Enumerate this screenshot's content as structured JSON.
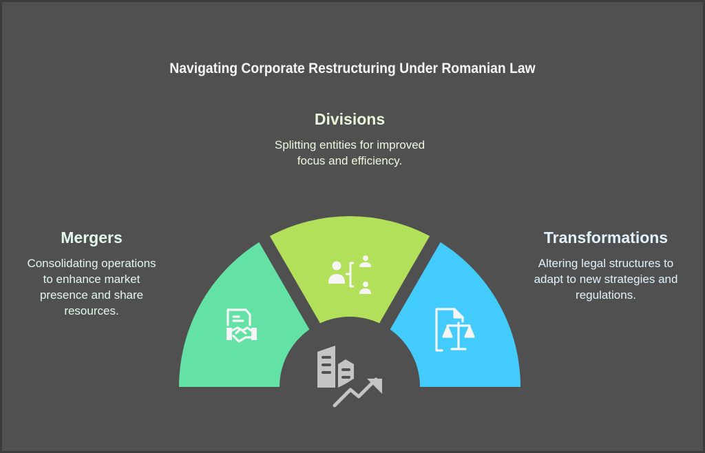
{
  "title": "Navigating Corporate Restructuring Under Romanian Law",
  "colors": {
    "background": "#505050",
    "mergers": "#64e2a6",
    "divisions": "#b3e05a",
    "transformations": "#43cbfb",
    "icon_light": "#f5f5f5",
    "center_icon": "#c4c4c4"
  },
  "segments": [
    {
      "id": "mergers",
      "heading": "Mergers",
      "description": "Consolidating operations to enhance market presence and share resources.",
      "icon": "contract-handshake-icon"
    },
    {
      "id": "divisions",
      "heading": "Divisions",
      "description": "Splitting entities for improved focus and efficiency.",
      "icon": "org-split-icon"
    },
    {
      "id": "transformations",
      "heading": "Transformations",
      "description": "Altering legal structures to adapt to new strategies and regulations.",
      "icon": "legal-document-scale-icon"
    }
  ],
  "center": {
    "icon": "buildings-growth-icon"
  }
}
